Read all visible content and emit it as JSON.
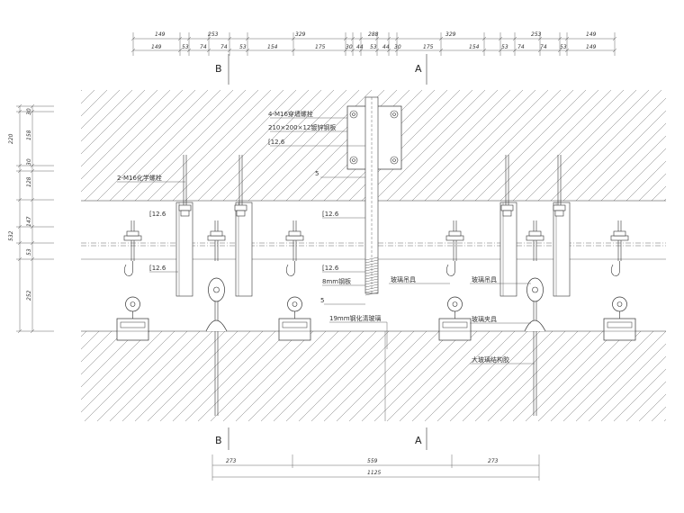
{
  "top_dims_row1": [
    "149",
    "253",
    "329",
    "288",
    "329",
    "253",
    "149"
  ],
  "top_dims_row2": [
    "149",
    "53",
    "74",
    "74",
    "53",
    "154",
    "175",
    "30",
    "44",
    "53",
    "44",
    "30",
    "175",
    "154",
    "53",
    "74",
    "74",
    "53",
    "149"
  ],
  "left_dims": [
    "30",
    "158",
    "30",
    "128",
    "147",
    "53",
    "252"
  ],
  "left_total": "532",
  "bottom_dims": [
    "273",
    "559",
    "273"
  ],
  "bottom_total": "1125",
  "section_labels": {
    "b_top": "B",
    "a_top": "A",
    "b_bottom": "B",
    "a_bottom": "A"
  },
  "annotations": {
    "bolts_4": "4-M16穿墙螺栓",
    "steel_plate": "210×200×12镀锌钢板",
    "ch_top": "[12.6",
    "weld_top": "5",
    "chem_bolts": "2-M16化学螺栓",
    "ch_left1": "[12.6",
    "ch_left2": "[12.6",
    "ch_mid1": "[12.6",
    "ch_mid2": "[12.6",
    "steel_8mm": "8mm钢板",
    "weld_mid": "5",
    "glass_hanger_1": "玻璃吊具",
    "glass_hanger_2": "玻璃吊具",
    "glass_clamp": "玻璃夹具",
    "glass_19mm": "19mm钢化清玻璃",
    "glass_fin": "大玻璃结构胶"
  }
}
